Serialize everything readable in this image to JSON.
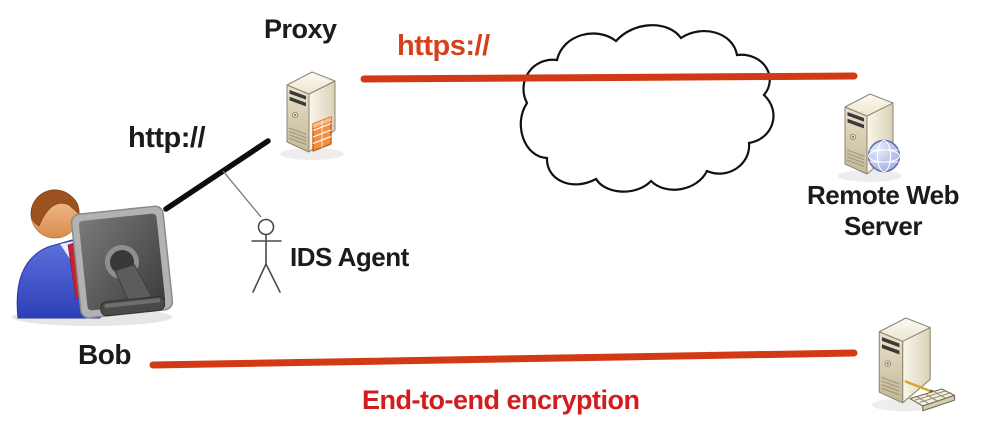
{
  "diagram": {
    "type": "network-security-diagram",
    "labels": {
      "proxy": "Proxy",
      "https": "https://",
      "http": "http://",
      "ids_agent": "IDS Agent",
      "remote_web_server": "Remote Web Server",
      "bob": "Bob",
      "end_to_end_encryption": "End-to-end encryption"
    },
    "colors": {
      "red_line": "#d23a15",
      "https_text": "#d6411d",
      "encryption_text": "#d11d1d",
      "black_line": "#0d0d0d",
      "thin_line": "#777777",
      "label_text": "#1b1b1b"
    },
    "nodes": [
      {
        "id": "bob-workstation",
        "label": "Bob",
        "icon": "person-at-computer"
      },
      {
        "id": "proxy-server",
        "label": "Proxy",
        "icon": "server-with-firewall"
      },
      {
        "id": "ids-agent",
        "label": "IDS Agent",
        "icon": "stick-figure"
      },
      {
        "id": "internet-cloud",
        "label": "",
        "icon": "cloud"
      },
      {
        "id": "remote-web-server",
        "label": "Remote Web Server",
        "icon": "server-with-globe"
      },
      {
        "id": "end-to-end-server",
        "label": "",
        "icon": "server-with-keyboard"
      }
    ],
    "edges": [
      {
        "from": "bob-workstation",
        "to": "proxy-server",
        "label": "http://",
        "style": "black-solid"
      },
      {
        "from": "proxy-server",
        "to": "remote-web-server",
        "label": "https://",
        "style": "red-thick"
      },
      {
        "from": "ids-agent",
        "to": "http-link",
        "label": "",
        "style": "thin-gray"
      },
      {
        "from": "bob-workstation",
        "to": "end-to-end-server",
        "label": "End-to-end encryption",
        "style": "red-thick"
      }
    ]
  }
}
